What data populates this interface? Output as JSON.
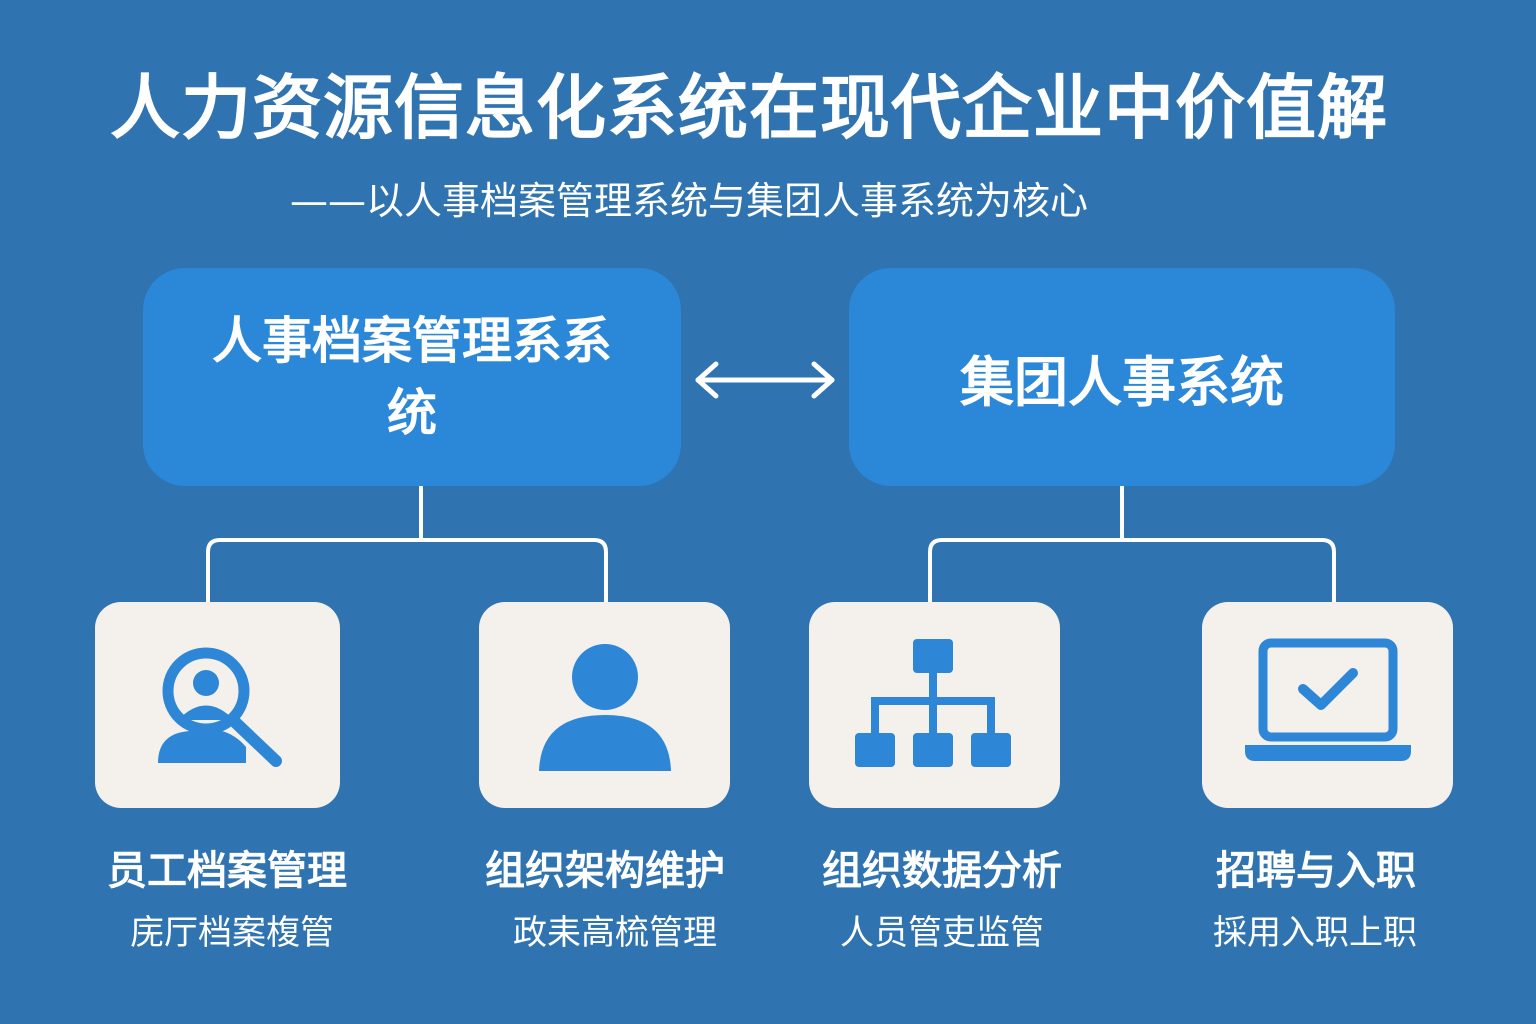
{
  "title": "人力资源信息化系统在现代企业中价值解",
  "subtitle": "——以人事档案管理系统与集团人事系统为核心",
  "systems": {
    "left": "人事档案管理系系统",
    "right": "集团人事系统",
    "link": "↔"
  },
  "cards": [
    {
      "title": "员工档案管理",
      "subtitle": "庑厅档案椱管",
      "icon": "person-search-icon"
    },
    {
      "title": "组织架构维护",
      "subtitle": "政耒高梳管理",
      "icon": "person-icon"
    },
    {
      "title": "组织数据分析",
      "subtitle": "人员管吏监管",
      "icon": "org-chart-icon"
    },
    {
      "title": "招聘与入职",
      "subtitle": "採用入职上职",
      "icon": "laptop-check-icon"
    }
  ],
  "colors": {
    "background": "#2f73b0",
    "box": "#2b87d8",
    "card": "#f4f1ec",
    "icon": "#2e86d6",
    "text": "#ffffff"
  }
}
